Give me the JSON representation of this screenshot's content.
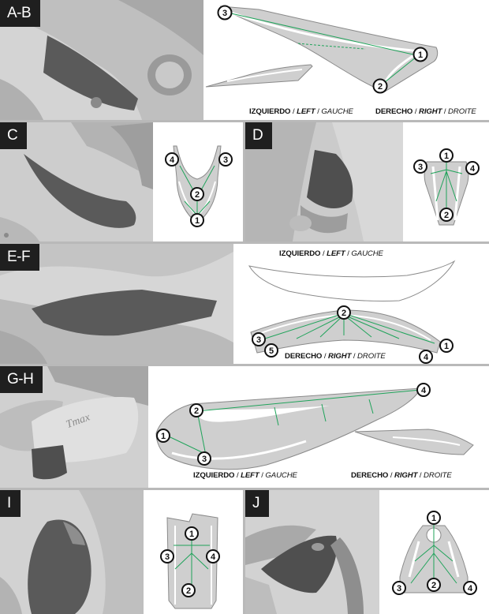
{
  "colors": {
    "accent_green": "#1fa35a",
    "dark_film": "#5a5a5a",
    "panel_grey": "#cfcfcf"
  },
  "panels": {
    "ab": {
      "tag": "A-B",
      "left_label": {
        "bold": "IZQUIERDO",
        "slash1": " / ",
        "bold_italic": "LEFT",
        "slash2": " / ",
        "italic": "GAUCHE"
      },
      "right_label": {
        "bold": "DERECHO",
        "slash1": " / ",
        "bold_italic": "RIGHT",
        "slash2": " / ",
        "italic": "DROITE"
      },
      "points": [
        "1",
        "2",
        "3"
      ]
    },
    "c": {
      "tag": "C",
      "points": [
        "1",
        "2",
        "3",
        "4"
      ]
    },
    "d": {
      "tag": "D",
      "points": [
        "1",
        "2",
        "3",
        "4"
      ]
    },
    "ef": {
      "tag": "E-F",
      "left_label": {
        "bold": "IZQUIERDO",
        "slash1": " / ",
        "bold_italic": "LEFT",
        "slash2": " / ",
        "italic": "GAUCHE"
      },
      "right_label": {
        "bold": "DERECHO",
        "slash1": " / ",
        "bold_italic": "RIGHT",
        "slash2": " / ",
        "italic": "DROITE"
      },
      "points": [
        "1",
        "2",
        "3",
        "4",
        "5"
      ]
    },
    "gh": {
      "tag": "G-H",
      "left_label": {
        "bold": "IZQUIERDO",
        "slash1": " / ",
        "bold_italic": "LEFT",
        "slash2": " / ",
        "italic": "GAUCHE"
      },
      "right_label": {
        "bold": "DERECHO",
        "slash1": " / ",
        "bold_italic": "RIGHT",
        "slash2": " / ",
        "italic": "DROITE"
      },
      "points": [
        "1",
        "2",
        "3",
        "4"
      ]
    },
    "i": {
      "tag": "I",
      "points": [
        "1",
        "2",
        "3",
        "4"
      ]
    },
    "j": {
      "tag": "J",
      "points": [
        "1",
        "2",
        "3",
        "4"
      ]
    }
  }
}
